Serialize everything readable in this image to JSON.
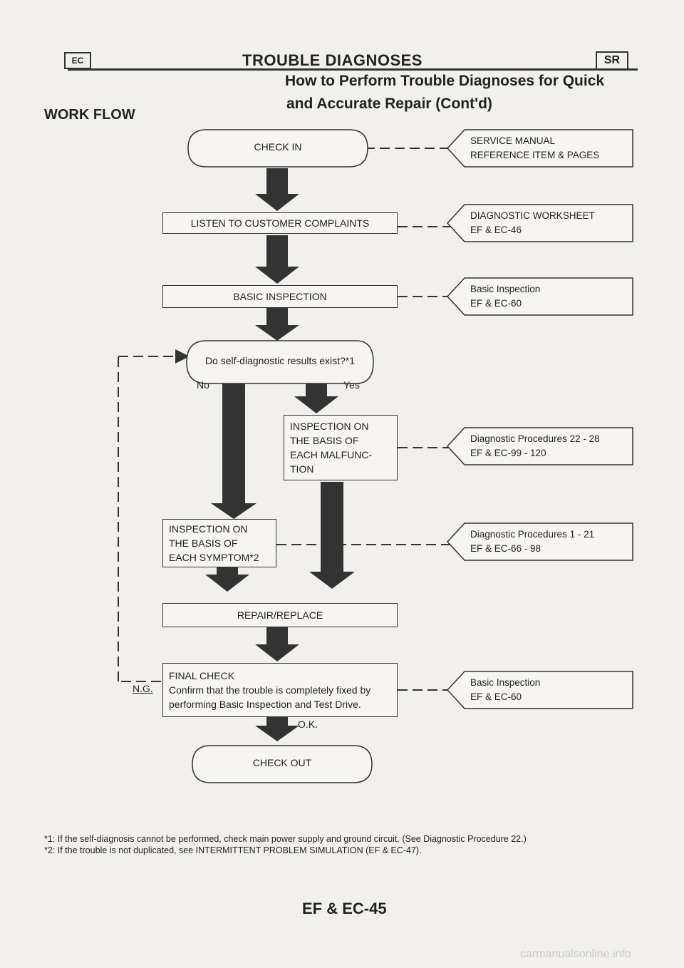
{
  "header": {
    "section_code": "EC",
    "title": "TROUBLE DIAGNOSES",
    "badge": "SR"
  },
  "subtitle": {
    "line1": "How to Perform Trouble Diagnoses for Quick",
    "line2": "and Accurate Repair (Cont'd)"
  },
  "section_title": "WORK FLOW",
  "flow": {
    "check_in": "CHECK IN",
    "listen": "LISTEN TO CUSTOMER COMPLAINTS",
    "basic": "BASIC INSPECTION",
    "decision": "Do self-diagnostic results exist?*1",
    "no_label": "No",
    "yes_label": "Yes",
    "malfunction": [
      "INSPECTION ON",
      "THE BASIS OF",
      "EACH MALFUNC-",
      "TION"
    ],
    "symptom": [
      "INSPECTION ON",
      "THE BASIS OF",
      "EACH SYMPTOM*2"
    ],
    "repair": "REPAIR/REPLACE",
    "final": [
      "FINAL CHECK",
      "Confirm that the trouble is completely fixed by",
      "performing Basic Inspection and Test Drive."
    ],
    "ng_label": "N.G.",
    "ok_label": "O.K.",
    "check_out": "CHECK OUT"
  },
  "refs": [
    [
      "SERVICE MANUAL",
      "REFERENCE ITEM & PAGES"
    ],
    [
      "DIAGNOSTIC WORKSHEET",
      "EF & EC-46"
    ],
    [
      "Basic Inspection",
      "EF & EC-60"
    ],
    [
      "Diagnostic Procedures 22 - 28",
      "EF & EC-99 - 120"
    ],
    [
      "Diagnostic Procedures 1 - 21",
      "EF & EC-66 - 98"
    ],
    [
      "Basic Inspection",
      "EF & EC-60"
    ]
  ],
  "footnotes": [
    "*1: If the self-diagnosis cannot be performed, check main power supply and ground circuit. (See Diagnostic Procedure 22.)",
    "*2: If the trouble is not duplicated, see INTERMITTENT PROBLEM SIMULATION (EF & EC-47)."
  ],
  "page_number": "EF & EC-45",
  "watermark": "carmanualsonline.info"
}
